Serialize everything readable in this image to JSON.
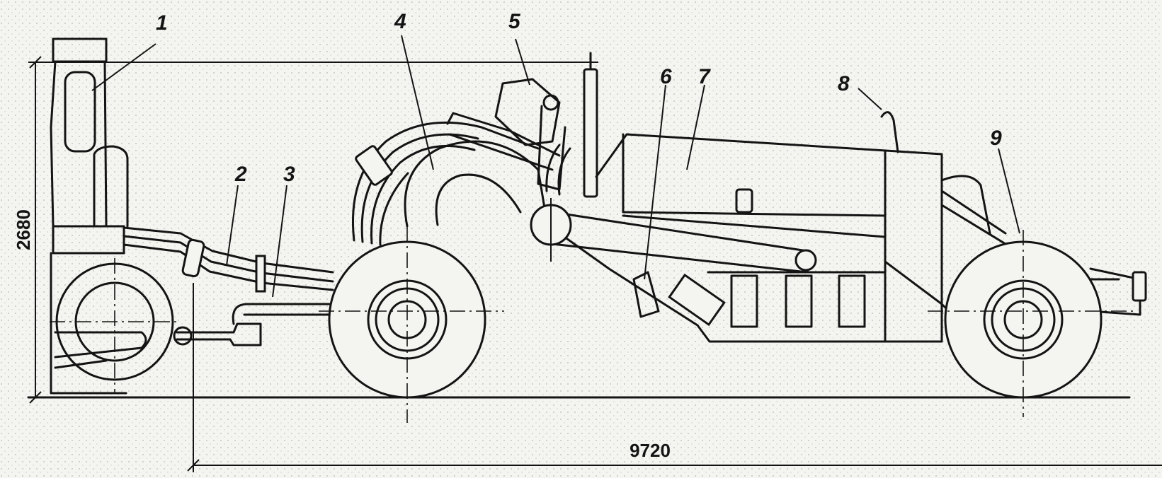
{
  "callouts": [
    "1",
    "2",
    "3",
    "4",
    "5",
    "6",
    "7",
    "8",
    "9"
  ],
  "dimensions": {
    "height": "2680",
    "length": "9720"
  }
}
